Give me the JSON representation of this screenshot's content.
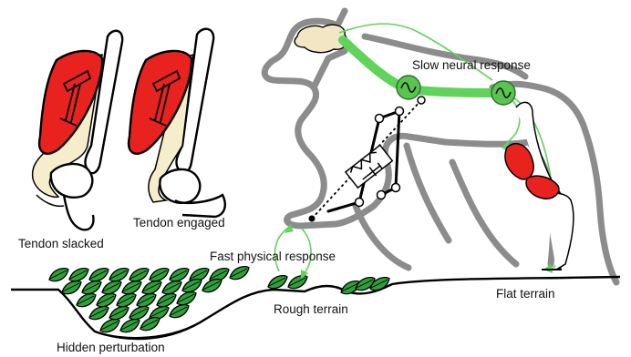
{
  "labels": {
    "tendon_slacked": "Tendon slacked",
    "tendon_engaged": "Tendon engaged",
    "slow_neural": "Slow neural response",
    "fast_physical": "Fast physical response",
    "rough_terrain": "Rough terrain",
    "flat_terrain": "Flat terrain",
    "hidden_perturbation": "Hidden perturbation"
  },
  "colors": {
    "muscle_red": "#e8231f",
    "tendon_cream": "#f6edcc",
    "neural_green": "#5fd35a",
    "neuron_fill": "#59c44f",
    "leaf_green": "#2f9f3a",
    "outline_gray": "#8c8c8c",
    "brain": "#f3e6c4"
  },
  "icons": {
    "neuron": "sine-wave-in-circle",
    "spring_damper": "spring-damper"
  }
}
